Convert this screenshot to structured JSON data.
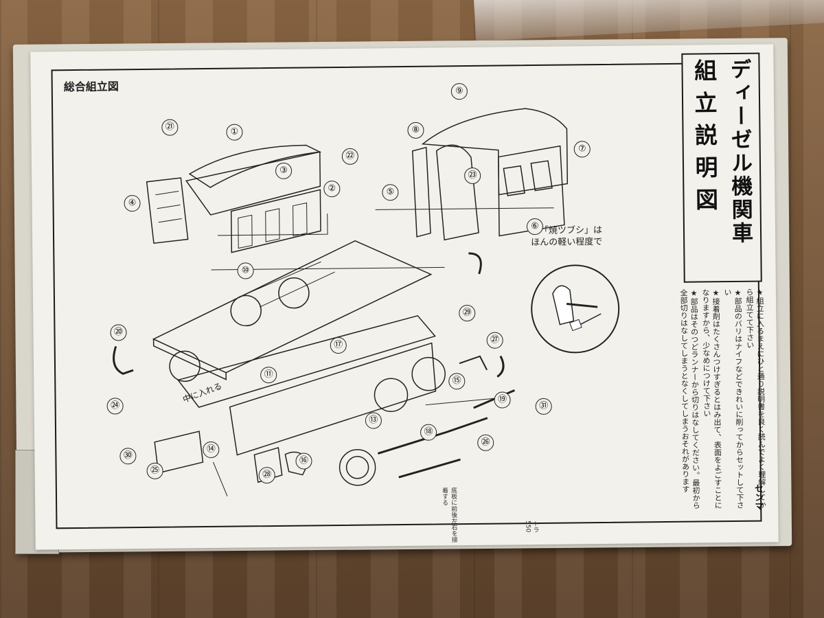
{
  "document": {
    "title_main": "ディーゼル機関車",
    "title_sub": "組立説明図",
    "diagram_title": "総合組立図",
    "callout": [
      "「焼ツブシ」は",
      "ほんの軽い程度で"
    ],
    "inside_label": "中に入れる",
    "notes": [
      "★組立に入るまえにひと通り説明書を良く読んでよく理解してから組立てて下さい",
      "★部品のバリはナイフなどできれいに削ってからセットして下さい",
      "★接着剤はたくさんつけすぎるとはみ出て、表面をよごすことになりますから、少なめにつけて下さい",
      "★部品はそのつどランナーから切りはなしてください。最初から全部切りはなしてしまうとなくしてしまうおそれがあります"
    ],
    "maker": "センマ",
    "edge_notes": [
      "底板に前後左右を接着する",
      "トラ550"
    ],
    "part_numbers": [
      "①",
      "②",
      "③",
      "④",
      "⑤",
      "⑥",
      "⑦",
      "⑧",
      "⑨",
      "⑩",
      "⑪",
      "⑬",
      "⑭",
      "⑮",
      "⑯",
      "⑰",
      "⑱",
      "⑲",
      "⑳",
      "㉑",
      "㉒",
      "㉓",
      "㉔",
      "㉕",
      "㉖",
      "㉗",
      "㉘",
      "㉙",
      "㉚",
      "㉛"
    ]
  }
}
